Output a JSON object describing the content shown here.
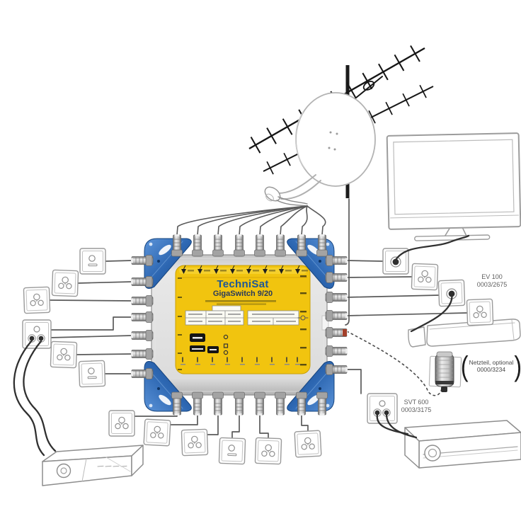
{
  "multiswitch": {
    "brand": "TechniSat",
    "model": "GigaSwitch 9/20"
  },
  "annotations": {
    "ev100": {
      "name": "EV 100",
      "part_no": "0003/2675"
    },
    "netzteil": {
      "bracket_open": "(",
      "name": "Netzteil, optional",
      "part_no": "0000/3234",
      "bracket_close": ")"
    },
    "svt600": {
      "name": "SVT 600",
      "part_no": "0003/3175"
    }
  },
  "components": [
    "terrestrial-antenna",
    "satellite-dish",
    "flat-screen-tv",
    "multiswitch",
    "wall-outlet",
    "satellite-receiver",
    "power-supply-optional",
    "media-device"
  ],
  "colors": {
    "switch_yellow": "#f1c40f",
    "switch_blue": "#2d67b2",
    "cable_dark": "#303030",
    "line_gray": "#5a5a5a"
  }
}
